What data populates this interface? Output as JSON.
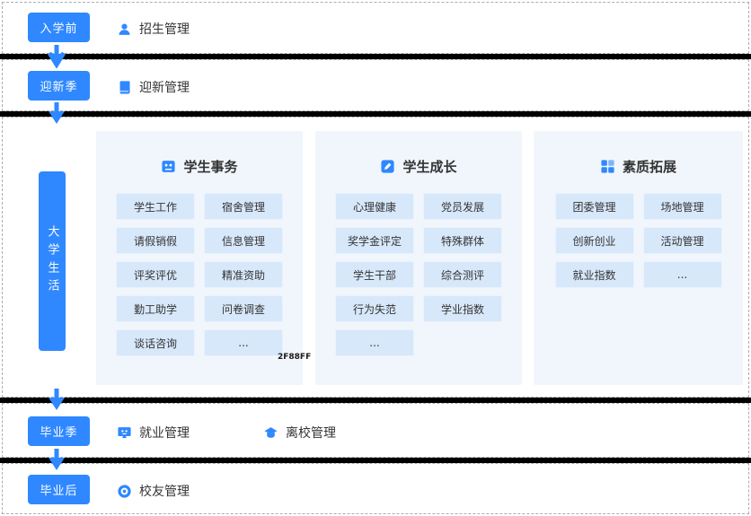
{
  "colors": {
    "accent": "#2F88FF",
    "panel_bg": "#F1F6FC",
    "item_bg": "#D8E8FB",
    "divider": "#000000"
  },
  "stages": {
    "pre_enrollment": {
      "label": "入学前"
    },
    "welcome_season": {
      "label": "迎新季"
    },
    "campus_life": {
      "label": "大学生活"
    },
    "graduation_season": {
      "label": "毕业季"
    },
    "post_graduation": {
      "label": "毕业后"
    }
  },
  "modules": {
    "admissions": {
      "label": "招生管理",
      "icon": "person-icon"
    },
    "welcome": {
      "label": "迎新管理",
      "icon": "book-icon"
    },
    "employment": {
      "label": "就业管理",
      "icon": "monitor-icon"
    },
    "leaving": {
      "label": "离校管理",
      "icon": "graduation-cap-icon"
    },
    "alumni": {
      "label": "校友管理",
      "icon": "badge-icon"
    }
  },
  "panels": [
    {
      "title": "学生事务",
      "icon": "id-card-icon",
      "items": [
        "学生工作",
        "宿舍管理",
        "请假销假",
        "信息管理",
        "评奖评优",
        "精准资助",
        "勤工助学",
        "问卷调查",
        "谈话咨询",
        "..."
      ]
    },
    {
      "title": "学生成长",
      "icon": "pen-icon",
      "items": [
        "心理健康",
        "党员发展",
        "奖学金评定",
        "特殊群体",
        "学生干部",
        "综合测评",
        "行为失范",
        "学业指数",
        "..."
      ]
    },
    {
      "title": "素质拓展",
      "icon": "grid-icon",
      "items": [
        "团委管理",
        "场地管理",
        "创新创业",
        "活动管理",
        "就业指数",
        "..."
      ]
    }
  ],
  "stray_text": "2F88FF"
}
